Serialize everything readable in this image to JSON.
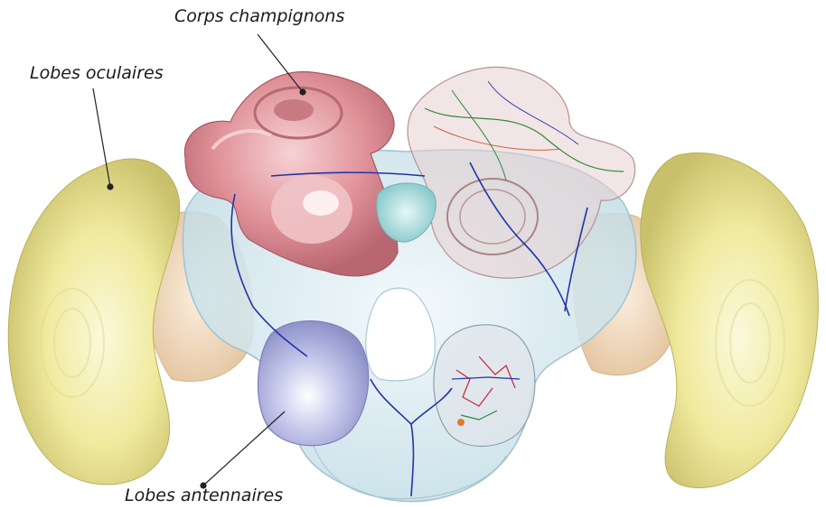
{
  "labels": {
    "mushroom_bodies": "Corps champignons",
    "optic_lobes": "Lobes oculaires",
    "antennal_lobes": "Lobes antennaires"
  },
  "colors": {
    "optic_lobe": "#ece69a",
    "medulla": "#f2d9b8",
    "central_brain": "#d6ecf3",
    "mushroom_body": "#dc8f96",
    "antennal_lobe": "#bfc2e8",
    "central_complex": "#a7dcde",
    "neuron": "#2233aa",
    "leader_line": "#222222"
  }
}
